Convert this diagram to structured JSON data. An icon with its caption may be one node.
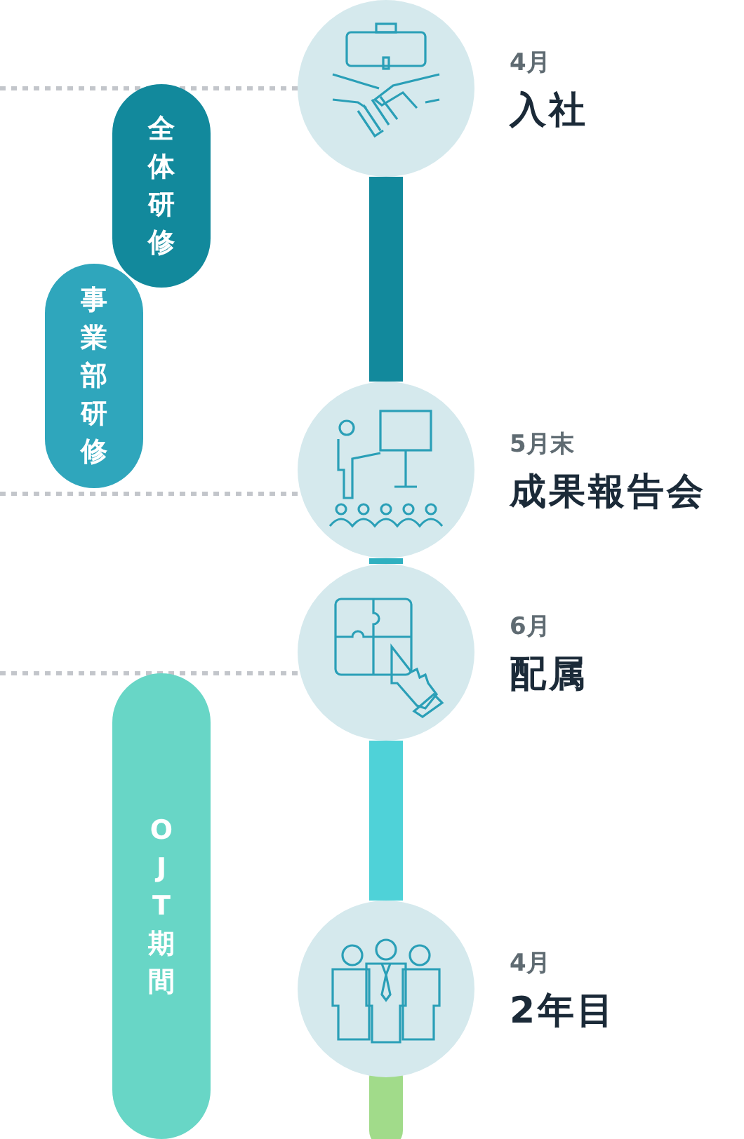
{
  "diagram": {
    "nodes": [
      {
        "text": [],
        "shape": "circle",
        "beside": [
          "4月",
          "入社"
        ]
      },
      {
        "text": [],
        "shape": "circle",
        "beside": [
          "5月末",
          "成果報告会"
        ]
      },
      {
        "text": [],
        "shape": "circle",
        "beside": [
          "6月",
          "配属"
        ]
      },
      {
        "text": [],
        "shape": "circle",
        "beside": [
          "4月",
          "2年目"
        ]
      },
      {
        "text": [
          "全体研修"
        ]
      },
      {
        "text": [
          "事業部研修"
        ]
      },
      {
        "text": [
          "OJT期間"
        ]
      }
    ],
    "edges": [
      {
        "from": 0,
        "to": 1,
        "arrow": "none",
        "color": "#12899c"
      },
      {
        "from": 1,
        "to": 2,
        "arrow": "none",
        "color": "#2fb0c0"
      },
      {
        "from": 2,
        "to": 3,
        "arrow": "none",
        "color": "#4fd2d8"
      },
      {
        "from": 3,
        "to": null,
        "arrow": "none",
        "color": "#a1db8a"
      }
    ]
  }
}
